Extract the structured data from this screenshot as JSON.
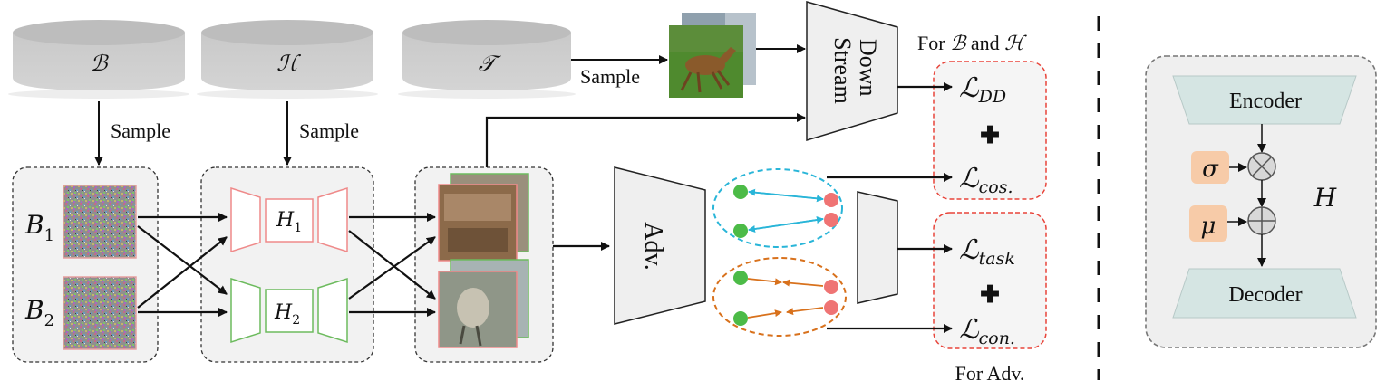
{
  "datasets": {
    "b": "ℬ",
    "h": "ℋ",
    "t": "𝒯"
  },
  "sample_label": "Sample",
  "batch": {
    "b1": "B",
    "b1_sub": "1",
    "b2": "B",
    "b2_sub": "2"
  },
  "hallucinator": {
    "h1": "H",
    "h1_sub": "1",
    "h2": "H",
    "h2_sub": "2"
  },
  "downstream_label_line1": "Down",
  "downstream_label_line2": "Stream",
  "adv_label": "Adv.",
  "for_bh_prefix": "For ",
  "for_bh_b": "ℬ",
  "for_bh_and": " and ",
  "for_bh_h": "ℋ",
  "for_adv": "For Adv.",
  "losses": {
    "dd_main": "ℒ",
    "dd_sub": "DD",
    "cos_main": "ℒ",
    "cos_sub": "cos.",
    "task_main": "ℒ",
    "task_sub": "task",
    "con_main": "ℒ",
    "con_sub": "con.",
    "plus": "✚"
  },
  "legend": {
    "encoder": "Encoder",
    "decoder": "Decoder",
    "sigma": "σ",
    "mu": "μ",
    "times": "⊗",
    "oplus": "⊕",
    "h": "H"
  },
  "colors": {
    "red_dash": "#e8443a",
    "blue_dash": "#29b5d8",
    "orange_dash": "#d8711c",
    "green_dot": "#4cbb47",
    "red_dot": "#ef7474",
    "hall_red": "#ef8a8a",
    "hall_green": "#6dbb5e",
    "encoder_fill": "#d5e5e3",
    "param_fill": "#f7cba8"
  }
}
